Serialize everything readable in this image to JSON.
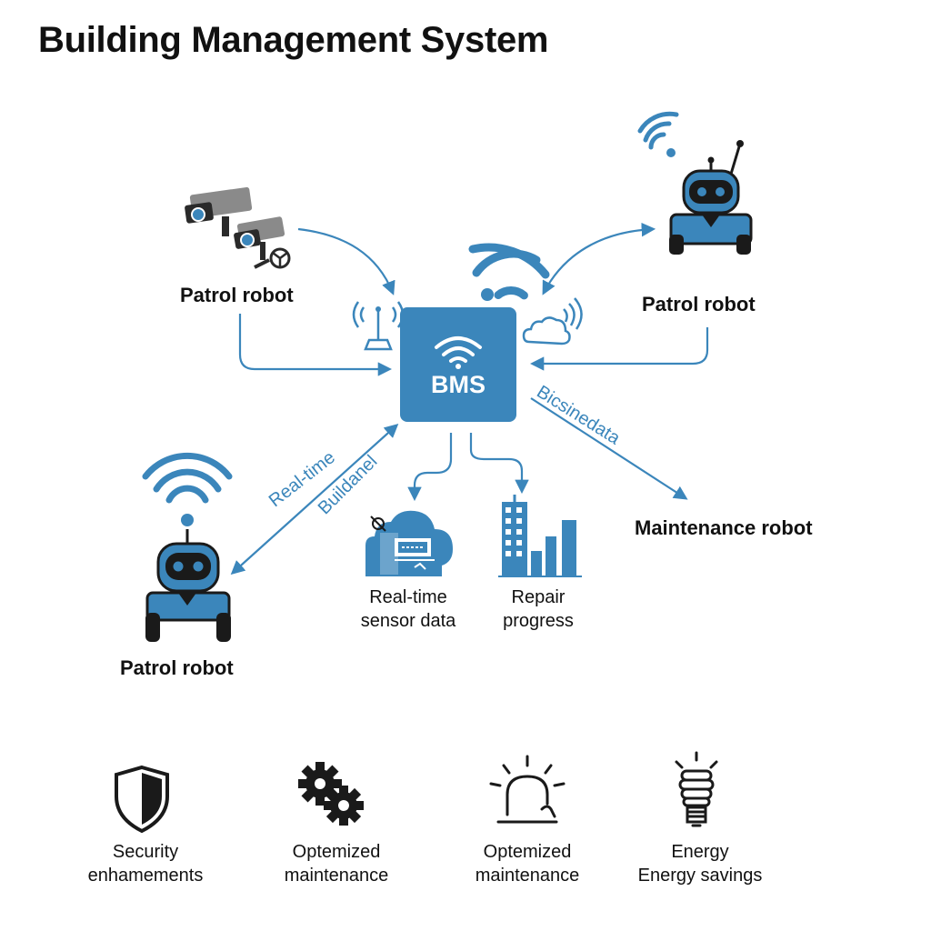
{
  "title": "Building Management System",
  "hub": {
    "label": "BMS",
    "icon": "wifi-icon"
  },
  "nodes": {
    "top_left": {
      "label": "Patrol robot",
      "icon": "security-camera-icon"
    },
    "top_right": {
      "label": "Patrol robot",
      "icon": "robot-icon"
    },
    "bottom_left": {
      "label": "Patrol robot",
      "icon": "robot-icon"
    },
    "right": {
      "label": "Maintenance robot"
    },
    "sensor": {
      "line1": "Real-time",
      "line2": "sensor data",
      "icon": "cloud-building-icon"
    },
    "repair": {
      "line1": "Repair",
      "line2": "progress",
      "icon": "bar-chart-building-icon"
    }
  },
  "edge_labels": {
    "realtime": "Real-time",
    "buildanel": "Buildanel",
    "bicsinedata": "Bicsinedata"
  },
  "benefits": [
    {
      "line1": "Security",
      "line2": "enhamements",
      "icon": "shield-icon"
    },
    {
      "line1": "Optemized",
      "line2": "maintenance",
      "icon": "gears-icon"
    },
    {
      "line1": "Optemized",
      "line2": "maintenance",
      "icon": "alarm-light-icon"
    },
    {
      "line1": "Energy",
      "line2": "Energy savings",
      "icon": "lightbulb-icon"
    }
  ],
  "colors": {
    "accent": "#3b86bb",
    "dark": "#1a1a1a",
    "text": "#111111"
  }
}
